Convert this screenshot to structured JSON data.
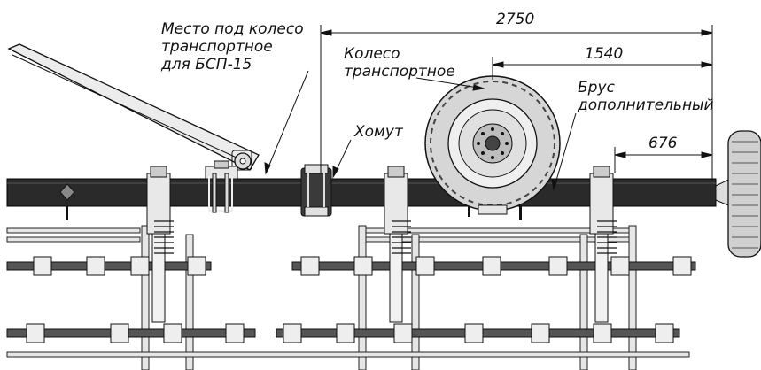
{
  "labels": {
    "wheel_place_line1": "Место под колесо",
    "wheel_place_line2": "транспортное",
    "wheel_place_line3": "для БСП-15",
    "wheel_line1": "Колесо",
    "wheel_line2": "транспортное",
    "clamp": "Хомут",
    "beam_line1": "Брус",
    "beam_line2": "дополнительный"
  },
  "dimensions": {
    "overall": "2750",
    "to_wheel": "1540",
    "to_end_wheel": "676"
  },
  "colors": {
    "beam": "#2a2a2a",
    "line": "#111111",
    "metal": "#d9d9d9",
    "tire": "#cfcfcf"
  }
}
